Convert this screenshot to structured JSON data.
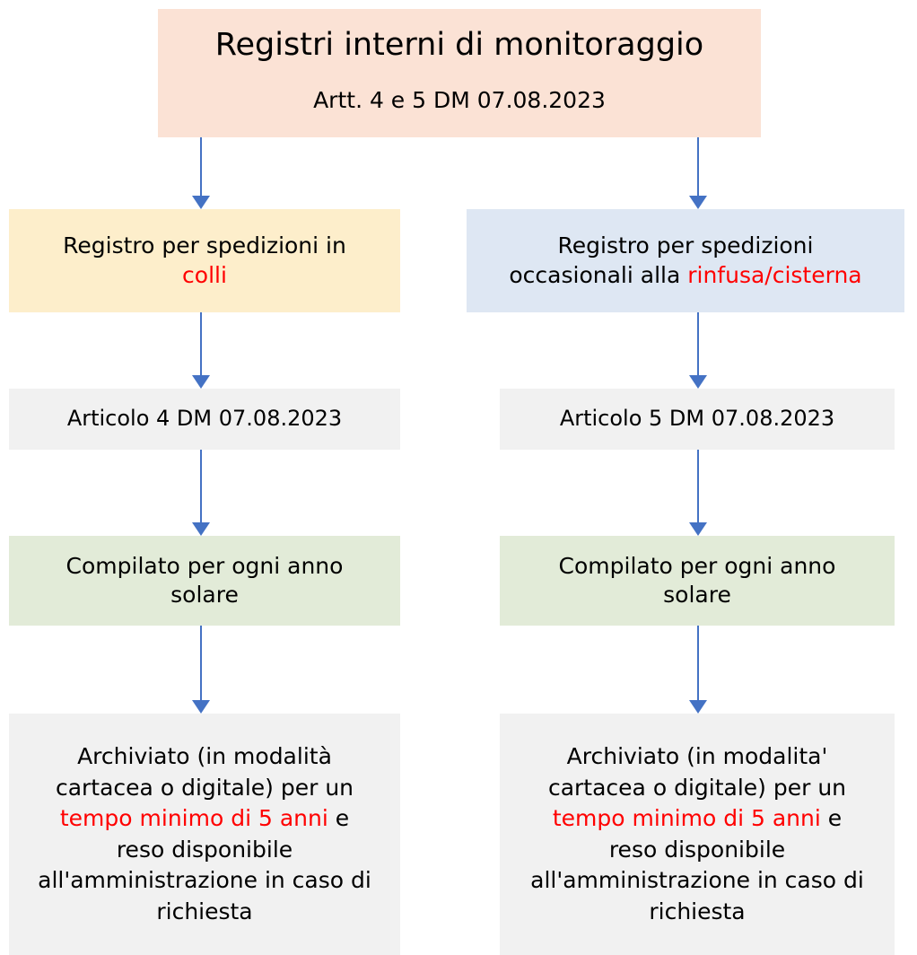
{
  "diagram": {
    "title": "Registri interni di monitoraggio",
    "colors": {
      "title_box": "#fbe2d5",
      "yellow_box": "#fdeecb",
      "blue_box": "#dee7f3",
      "grey_box": "#f1f1f1",
      "green_box": "#e2ebd8",
      "arrow": "#4472c4",
      "highlight_text": "#ff0000",
      "text": "#000000"
    },
    "nodes": {
      "title": {
        "main": "Registri interni di monitoraggio",
        "sub": "Artt. 4 e 5 DM 07.08.2023"
      },
      "register_colli": {
        "line1": "Registro per spedizioni in",
        "line2_highlight": "colli"
      },
      "register_rinfusa": {
        "line1": "Registro per spedizioni",
        "line2_prefix": "occasionali alla ",
        "line2_highlight": "rinfusa/cisterna"
      },
      "articolo_4": {
        "text": "Articolo 4 DM 07.08.2023"
      },
      "articolo_5": {
        "text": "Articolo 5 DM 07.08.2023"
      },
      "compilato_left": {
        "line1": "Compilato per ogni anno",
        "line2": "solare"
      },
      "compilato_right": {
        "line1": "Compilato per ogni anno",
        "line2": "solare"
      },
      "archiviato_left": {
        "line1": "Archiviato (in modalità",
        "line2": "cartacea o digitale) per un",
        "line3_highlight": "tempo minimo di 5 anni",
        "line3_suffix": " e",
        "line4": "reso disponibile",
        "line5": "all'amministrazione in caso di",
        "line6": "richiesta"
      },
      "archiviato_right": {
        "line1": "Archiviato (in modalita'",
        "line2": "cartacea o digitale) per un",
        "line3_highlight": "tempo minimo di 5 anni",
        "line3_suffix": " e",
        "line4": "reso disponibile",
        "line5": "all'amministrazione in caso di",
        "line6": "richiesta"
      }
    }
  }
}
